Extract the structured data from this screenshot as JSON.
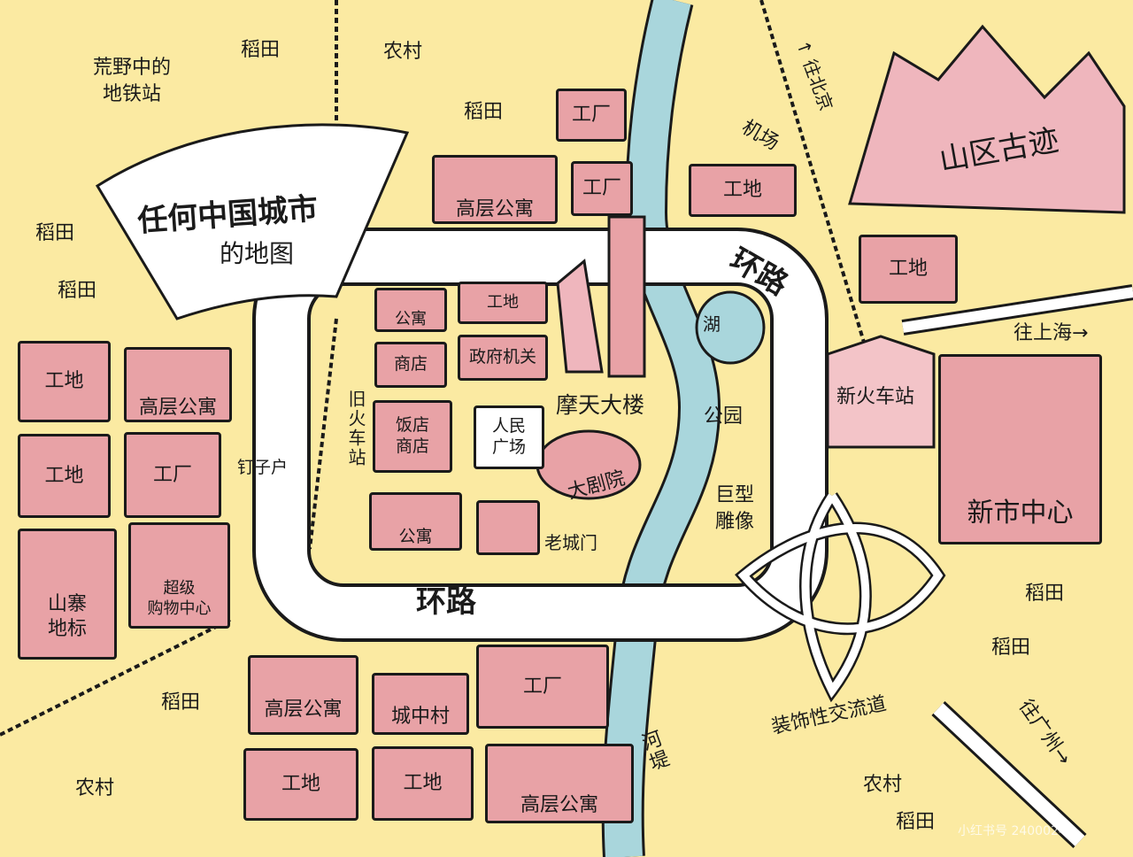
{
  "title": {
    "line1": "任何中国城市",
    "line2": "的地图"
  },
  "colors": {
    "background": "#fbeaa2",
    "block": "#e8a2a6",
    "river": "#a9d6dc",
    "road": "#ffffff"
  },
  "labels": {
    "paddy": "稻田",
    "village": "农村",
    "wild_subway": "荒野中的\n地铁站",
    "ring_road": "环路",
    "airport": "机场",
    "to_beijing": "↑ 往北京",
    "to_shanghai": "往上海→",
    "to_guangzhou": "往广州→",
    "mountain_heritage": "山区古迹",
    "lake": "湖",
    "park": "公园",
    "giant_statue": "巨型\n雕像",
    "skyscraper": "摩天大楼",
    "opera": "大剧院",
    "people_square": "人民\n广场",
    "old_station": "旧火车站",
    "nail_house": "钉子户",
    "old_gate": "老城门",
    "interchange": "装饰性交流道",
    "embankment": "河堤",
    "new_station": "新火车站",
    "new_center": "新市中心",
    "watermark": "小红书号 2400024..."
  },
  "blocks": {
    "factory": "工厂",
    "construction": "工地",
    "highrise": "高层公寓",
    "apartments": "公寓",
    "shops": "商店",
    "government": "政府机关",
    "restaurant_shops": "饭店\n商店",
    "landmark": "山寨\n地标",
    "mall": "超级\n购物中心",
    "urban_village": "城中村"
  }
}
